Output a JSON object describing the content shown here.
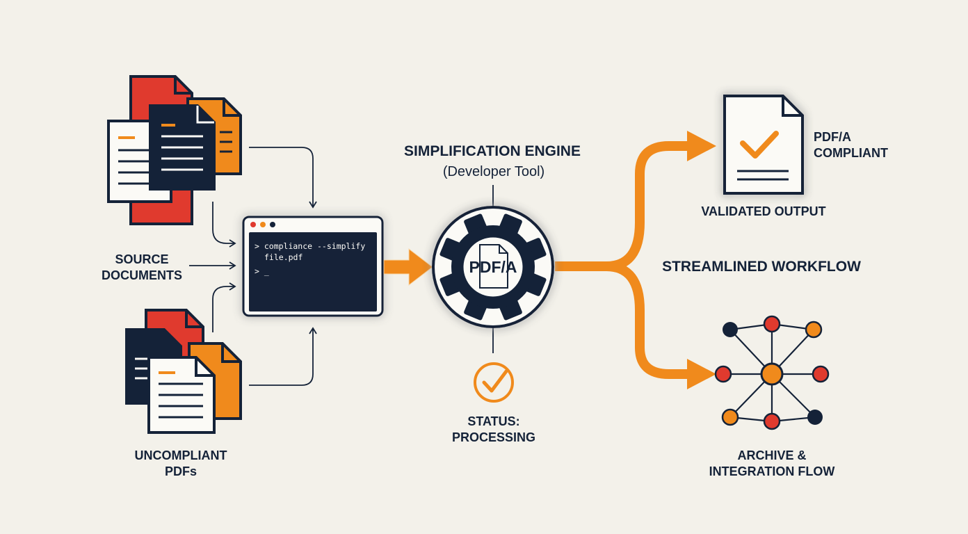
{
  "source": {
    "label_line1": "SOURCE",
    "label_line2": "DOCUMENTS"
  },
  "uncompliant": {
    "label_line1": "UNCOMPLIANT",
    "label_line2": "PDFs"
  },
  "terminal": {
    "line1": "> compliance --simplify",
    "line2": "file.pdf",
    "line3": "> _"
  },
  "engine": {
    "title": "SIMPLIFICATION ENGINE",
    "subtitle": "(Developer Tool)",
    "gear_text": "PDF/A"
  },
  "status": {
    "line1": "STATUS:",
    "line2": "PROCESSING"
  },
  "workflow": {
    "label": "STREAMLINED WORKFLOW"
  },
  "output": {
    "compliant_line1": "PDF/A",
    "compliant_line2": "COMPLIANT",
    "caption": "VALIDATED OUTPUT"
  },
  "archive": {
    "line1": "ARCHIVE &",
    "line2": "INTEGRATION FLOW"
  },
  "colors": {
    "navy": "#142238",
    "orange": "#f08a1c",
    "red": "#e03a2e",
    "background": "#f3f1ea",
    "glow": "#cfe3ff"
  }
}
